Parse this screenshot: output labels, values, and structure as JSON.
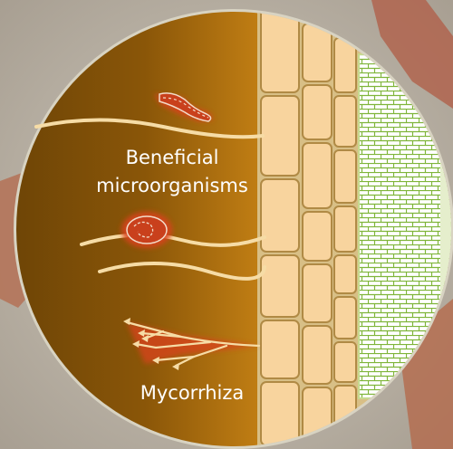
{
  "labels": {
    "beneficial_line1": "Beneficial",
    "beneficial_line2": "microorganisms",
    "mycorrhiza": "Mycorrhiza"
  },
  "colors": {
    "soil_dark": "#6b4306",
    "soil_light": "#c27f14",
    "cell_fill": "#f8d49e",
    "cell_stroke": "#b08a45",
    "vascular_fill": "#ffffff",
    "vascular_pattern": "#7fb53a",
    "root_hair": "#f6dca6",
    "microbe_glow": "#d9431f",
    "background": "#b9b1a4",
    "circle_rim": "#d8d3c2"
  }
}
